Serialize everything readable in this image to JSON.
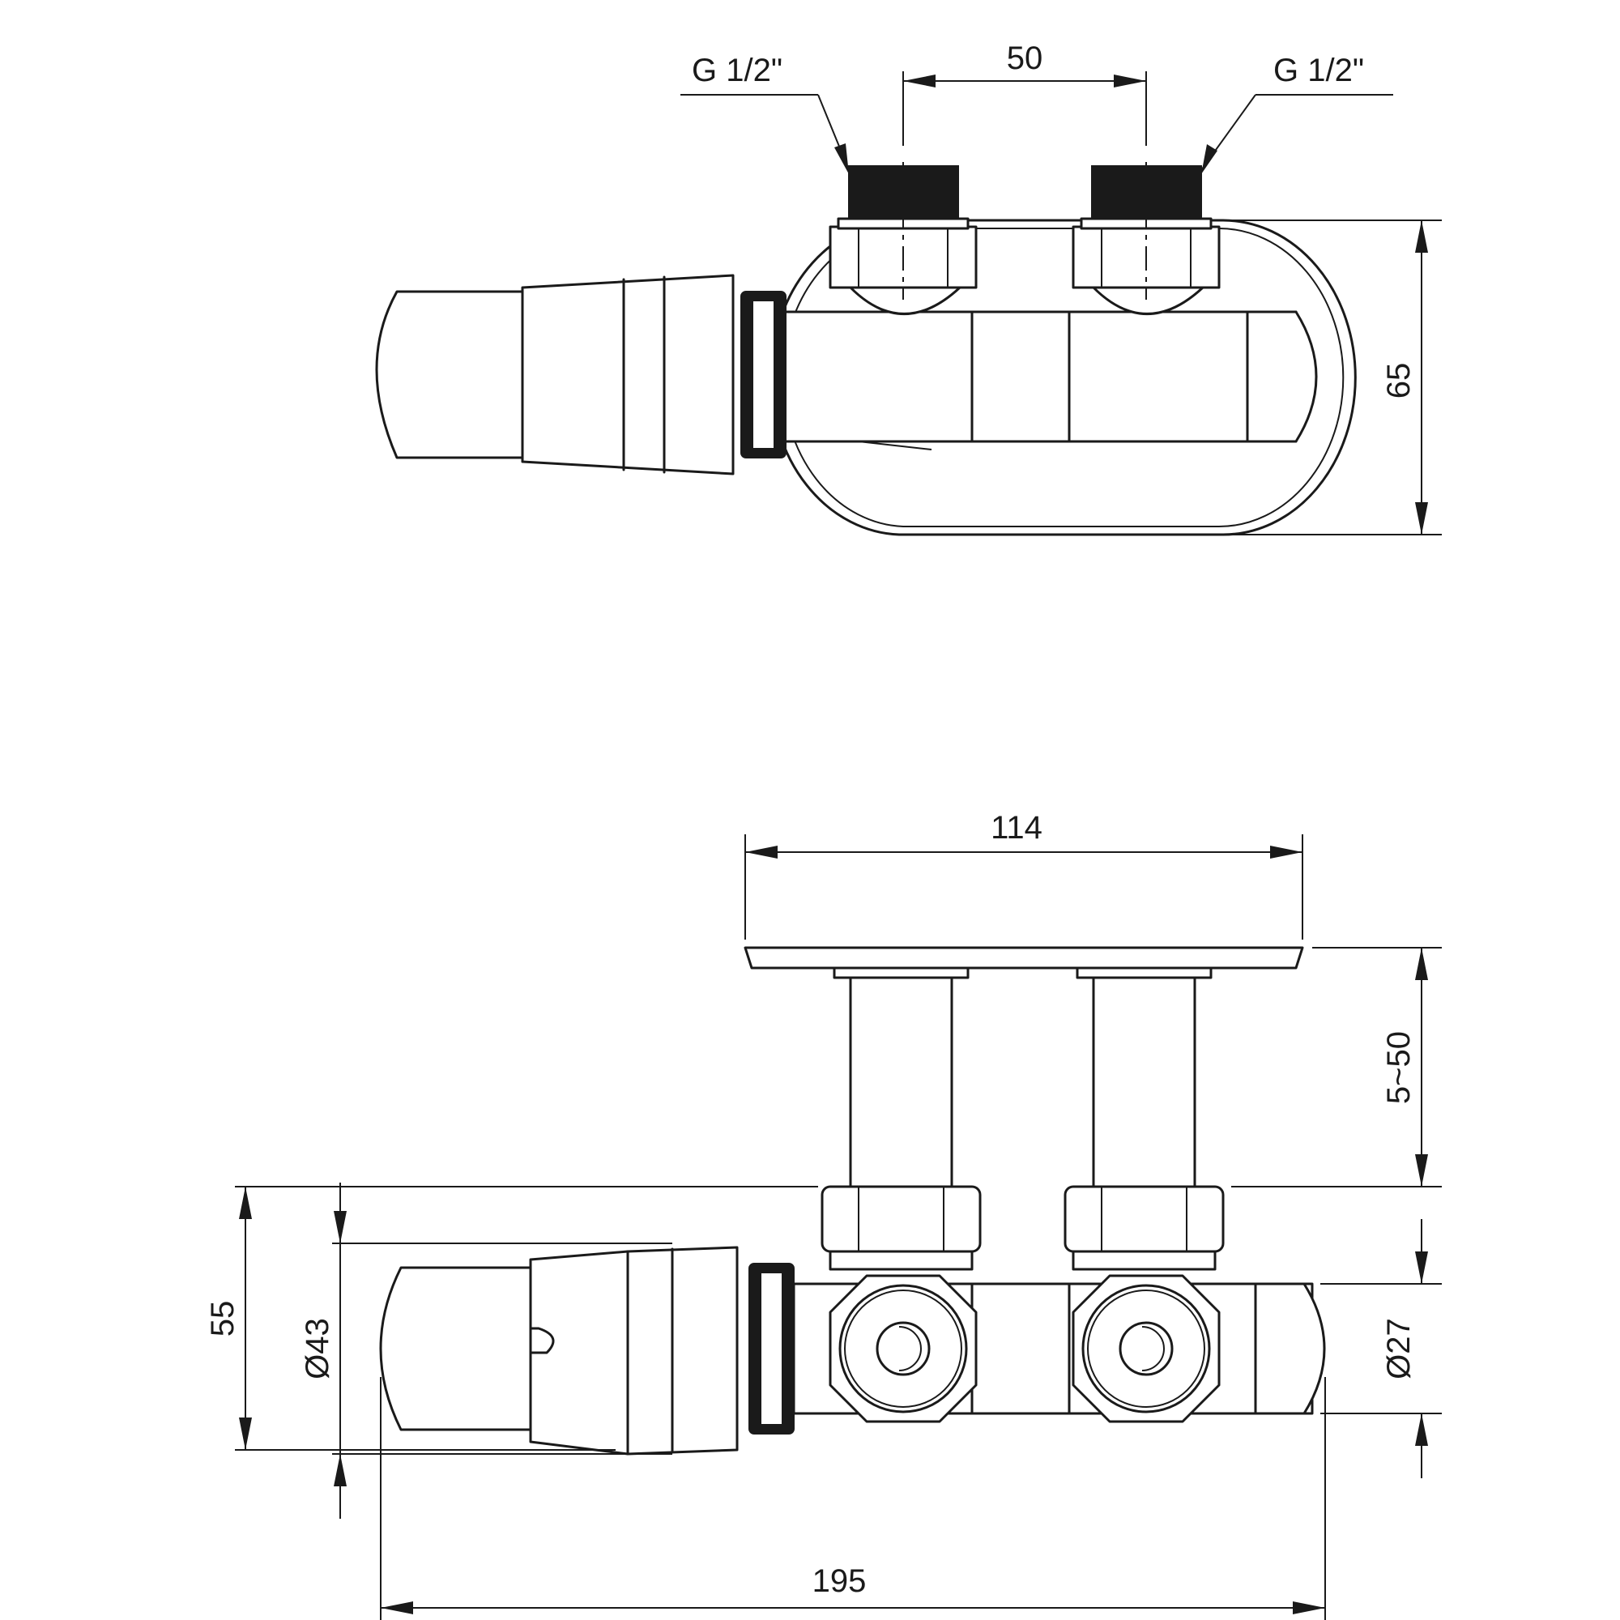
{
  "top_view": {
    "thread_left": "G 1/2\"",
    "thread_right": "G 1/2\"",
    "center_distance": "50",
    "height": "65"
  },
  "front_view": {
    "width_plate": "114",
    "extension_range": "5~50",
    "height_55": "55",
    "diameter_head": "Ø43",
    "diameter_body": "Ø27",
    "overall_length": "195"
  }
}
